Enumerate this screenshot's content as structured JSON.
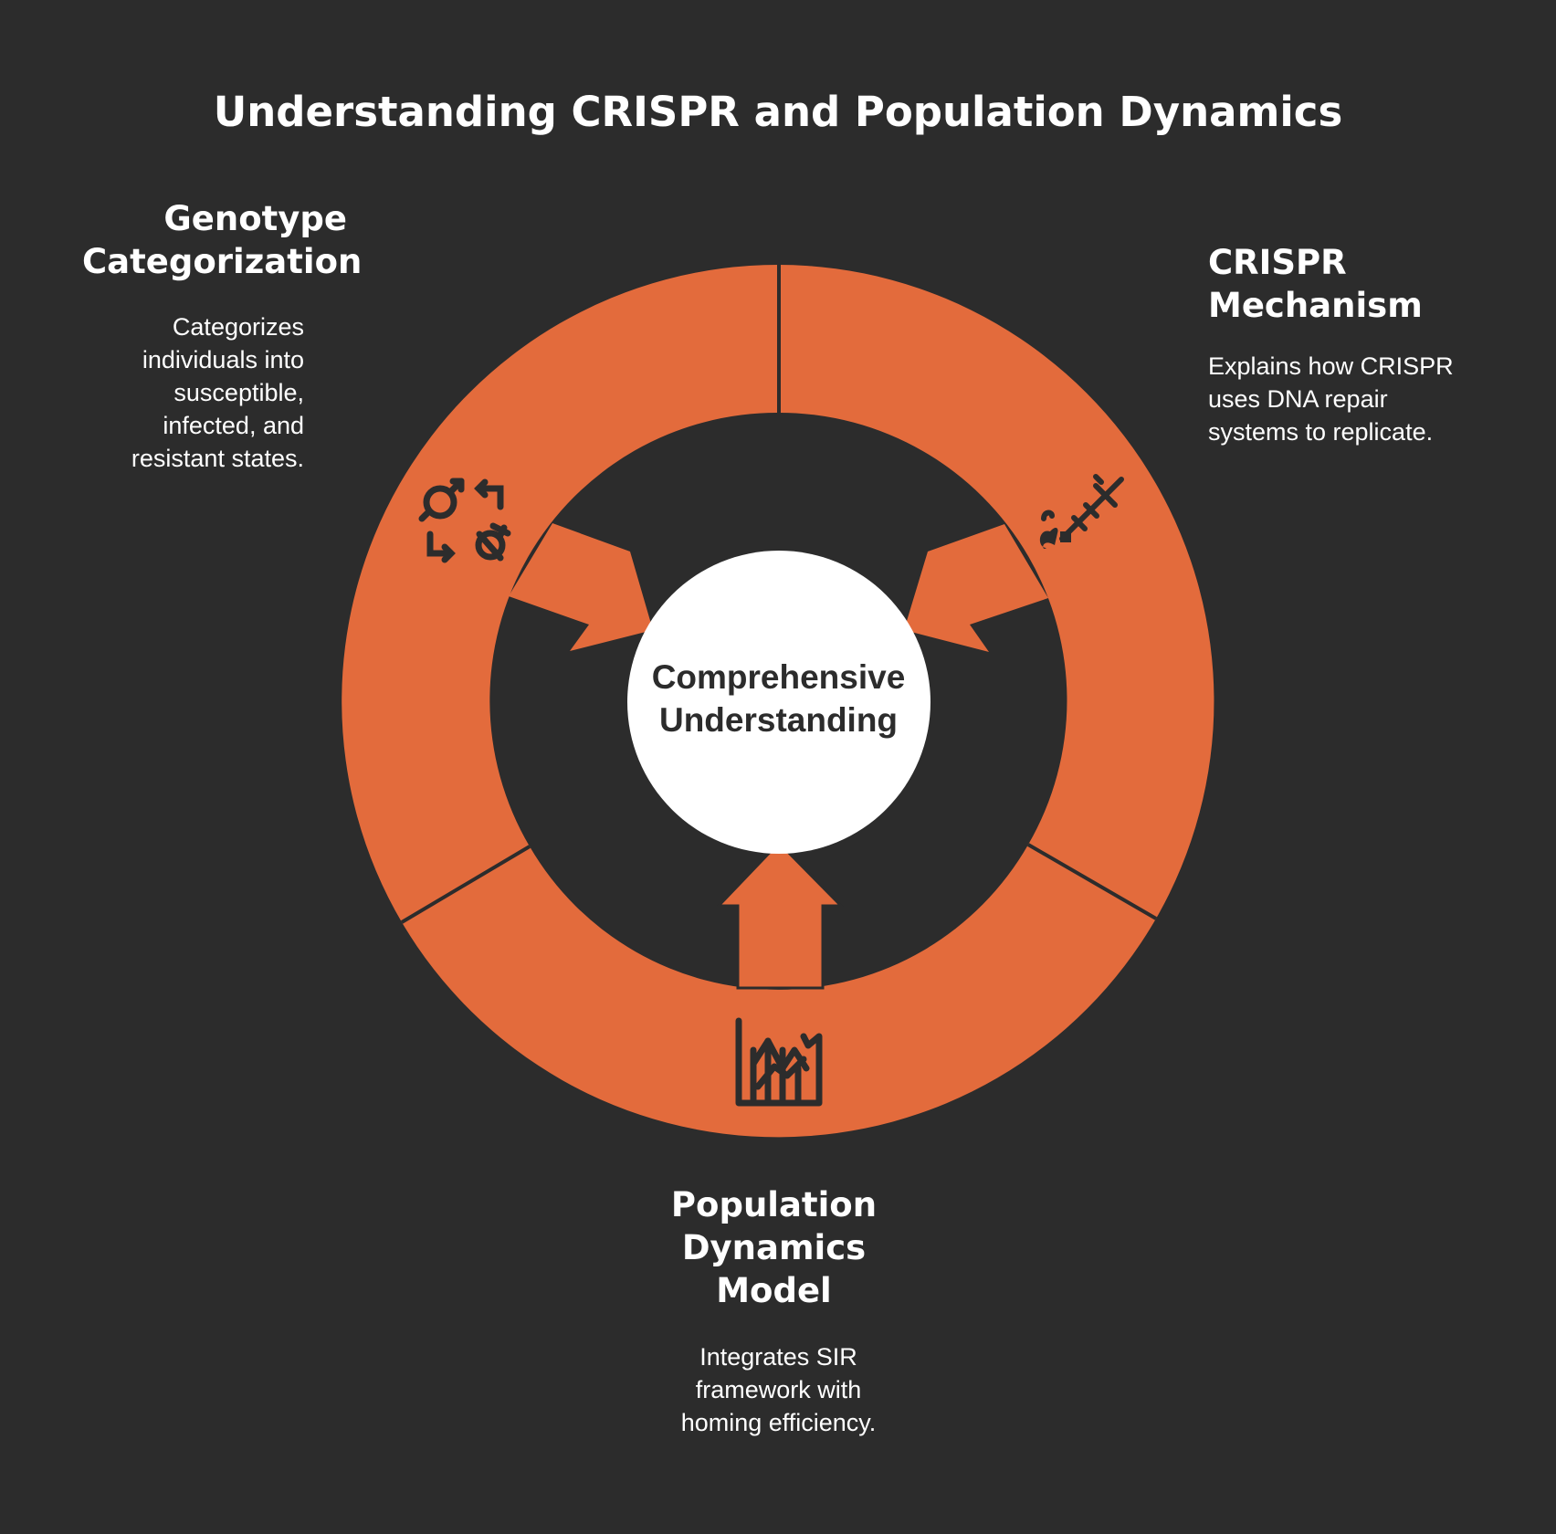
{
  "title": "Understanding CRISPR and Population Dynamics",
  "center": {
    "label": "Comprehensive Understanding"
  },
  "segments": {
    "genotype": {
      "heading": "Genotype Categorization",
      "description": "Categorizes individuals into susceptible, infected, and resistant states.",
      "icon": "gender-symbols-icon"
    },
    "crispr": {
      "heading": "CRISPR Mechanism",
      "description": "Explains how CRISPR uses DNA repair systems to replicate.",
      "icon": "syringe-apple-icon"
    },
    "population": {
      "heading": "Population Dynamics Model",
      "description": "Integrates SIR framework with homing efficiency.",
      "icon": "chart-graph-icon"
    }
  },
  "colors": {
    "background": "#2c2c2c",
    "ring": "#e36b3c",
    "center": "#ffffff",
    "text": "#ffffff"
  }
}
